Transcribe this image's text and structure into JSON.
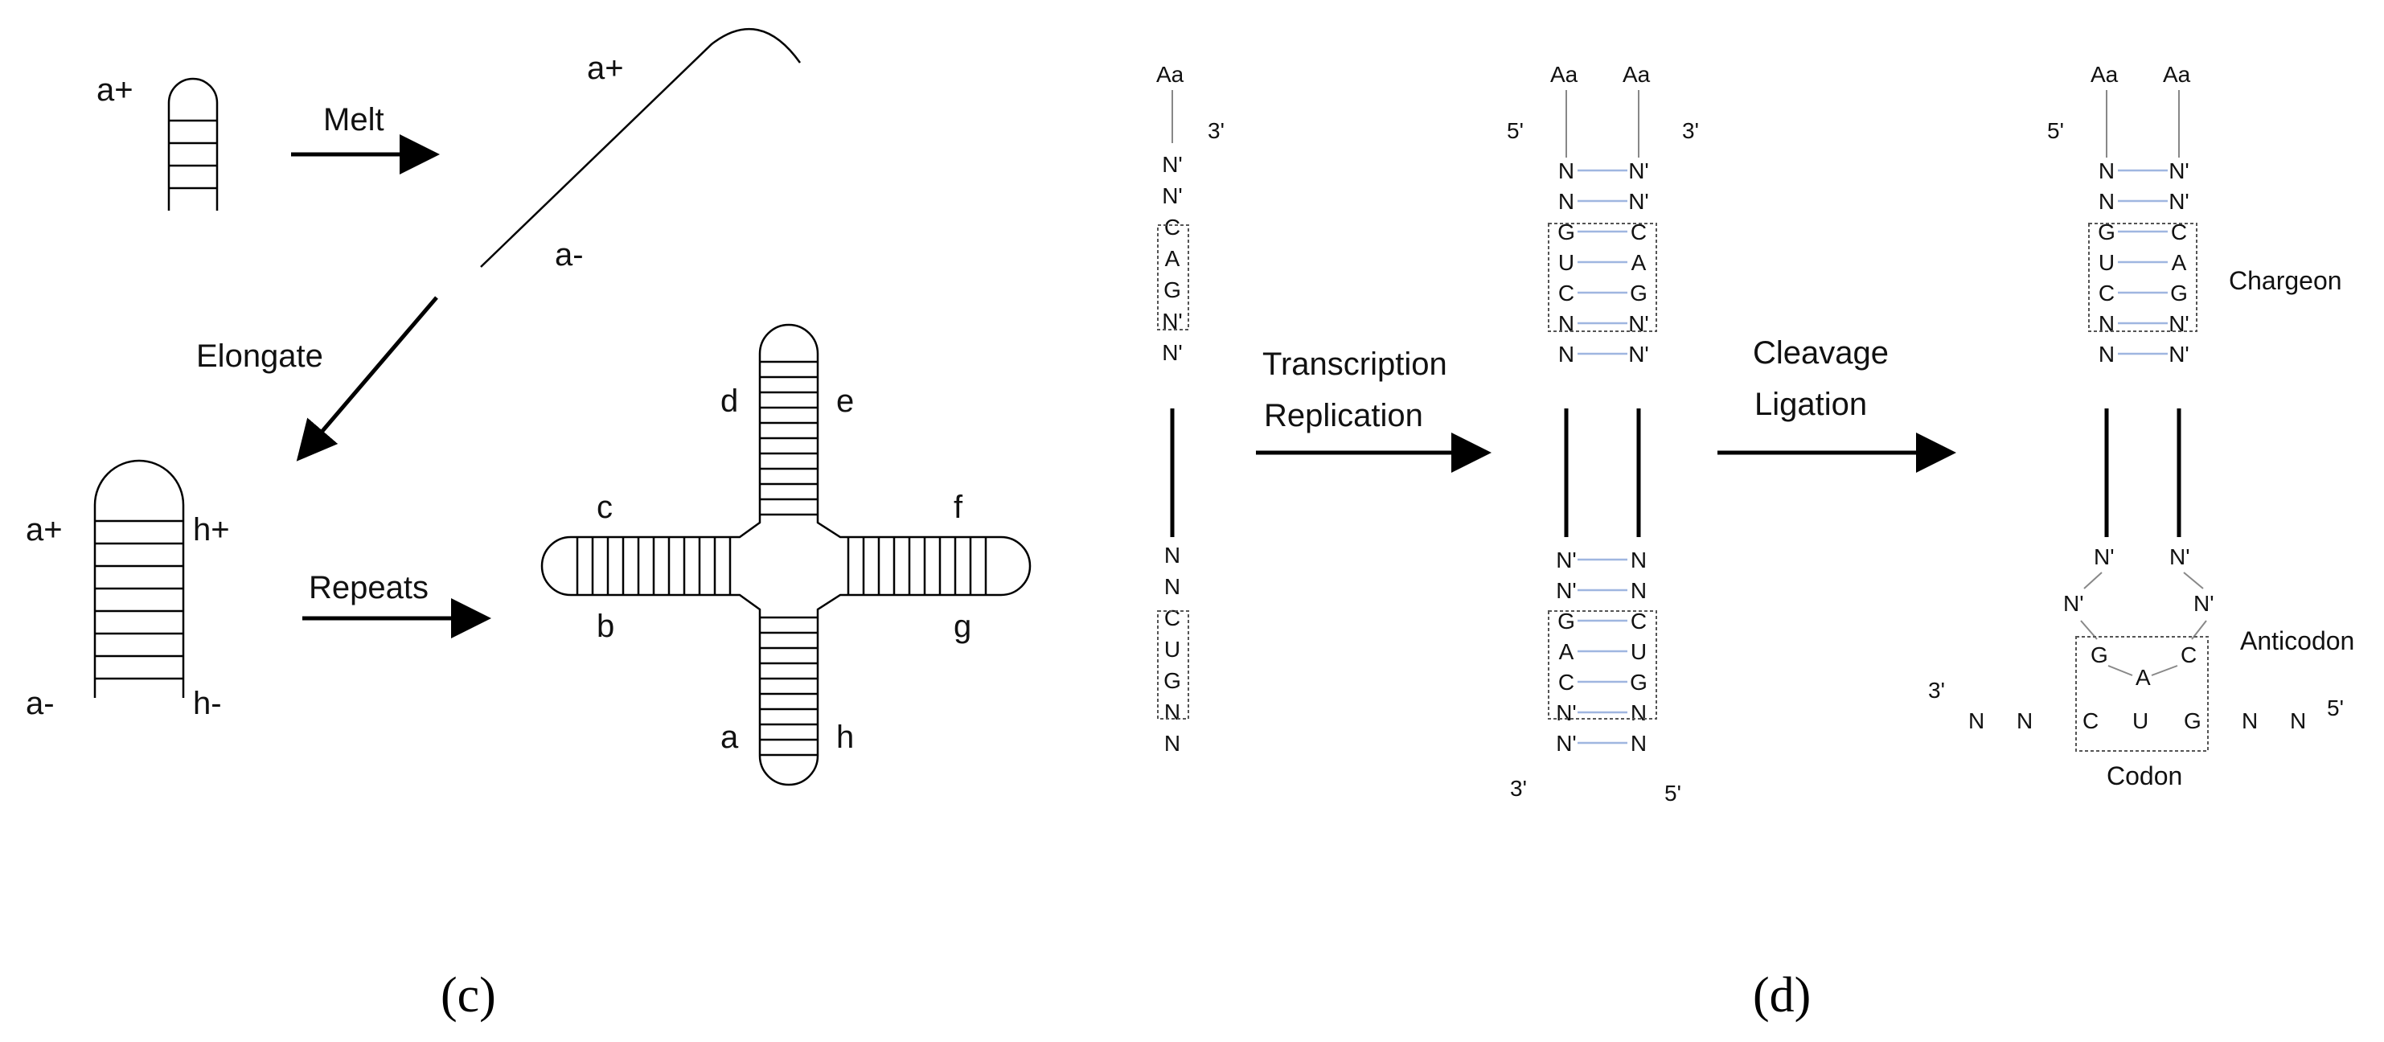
{
  "panel_c": {
    "label": "(c)",
    "hairpin_top": {
      "left": "a+"
    },
    "melt": {
      "label": "Melt"
    },
    "strand": {
      "top": "a+",
      "bottom": "a-"
    },
    "elongate": {
      "label": "Elongate"
    },
    "long_hairpin": {
      "tl": "a+",
      "tr": "h+",
      "bl": "a-",
      "br": "h-"
    },
    "repeats": {
      "label": "Repeats"
    },
    "cross": {
      "d": "d",
      "e": "e",
      "c": "c",
      "f": "f",
      "b": "b",
      "g": "g",
      "a": "a",
      "h": "h"
    }
  },
  "panel_d": {
    "label": "(d)",
    "single": {
      "aa": "Aa",
      "end3": "3'",
      "top": [
        "N'",
        "N'",
        "C",
        "A",
        "G",
        "N'",
        "N'"
      ],
      "bottom": [
        "N",
        "N",
        "C",
        "U",
        "G",
        "N",
        "N"
      ]
    },
    "arrow1": {
      "line1": "Transcription",
      "line2": "Replication"
    },
    "duplex": {
      "aa_left": "Aa",
      "aa_right": "Aa",
      "end5_top": "5'",
      "end3_top": "3'",
      "end3_bottom": "3'",
      "end5_bottom": "5'",
      "top_left": [
        "N",
        "N",
        "G",
        "U",
        "C",
        "N",
        "N"
      ],
      "top_right": [
        "N'",
        "N'",
        "C",
        "A",
        "G",
        "N'",
        "N'"
      ],
      "bottom_left": [
        "N'",
        "N'",
        "G",
        "A",
        "C",
        "N'",
        "N'"
      ],
      "bottom_right": [
        "N",
        "N",
        "C",
        "U",
        "G",
        "N",
        "N"
      ]
    },
    "arrow2": {
      "line1": "Cleavage",
      "line2": "Ligation"
    },
    "final": {
      "aa_left": "Aa",
      "aa_right": "Aa",
      "end5": "5'",
      "top_left": [
        "N",
        "N",
        "G",
        "U",
        "C",
        "N",
        "N"
      ],
      "top_right": [
        "N'",
        "N'",
        "C",
        "A",
        "G",
        "N'",
        "N'"
      ],
      "chargeon": "Chargeon",
      "loop_n1": [
        "N'",
        "N'"
      ],
      "loop_n2": [
        "N'",
        "N'"
      ],
      "anticodon_bases": [
        "G",
        "A",
        "C"
      ],
      "anticodon": "Anticodon",
      "codon_row": {
        "end3": "3'",
        "left": [
          "N",
          "N"
        ],
        "codon": [
          "C",
          "U",
          "G"
        ],
        "right": [
          "N",
          "N"
        ],
        "end5": "5'"
      },
      "codon": "Codon"
    }
  }
}
